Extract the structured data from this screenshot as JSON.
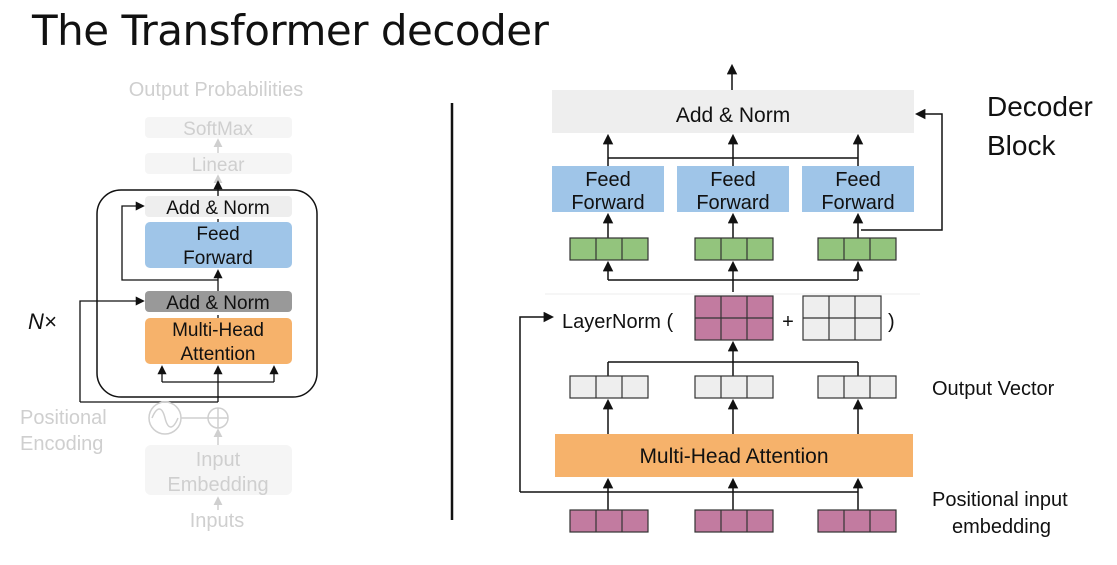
{
  "title": "The Transformer decoder",
  "left": {
    "output_probabilities": "Output Probabilities",
    "softmax": "SoftMax",
    "linear": "Linear",
    "add_norm_top": "Add & Norm",
    "feed_forward_1": "Feed",
    "feed_forward_2": "Forward",
    "add_norm_bottom": "Add & Norm",
    "mha_1": "Multi-Head",
    "mha_2": "Attention",
    "nx": "N×",
    "positional_1": "Positional",
    "positional_2": "Encoding",
    "input_embedding_1": "Input",
    "input_embedding_2": "Embedding",
    "inputs": "Inputs"
  },
  "right": {
    "decoder_block_1": "Decoder",
    "decoder_block_2": "Block",
    "add_norm": "Add & Norm",
    "feed_1": "Feed",
    "feed_2": "Forward",
    "layernorm": "LayerNorm (",
    "plus": "+",
    "close_paren": ")",
    "output_vector": "Output Vector",
    "mha": "Multi-Head Attention",
    "positional_input_1": "Positional input",
    "positional_input_2": "embedding"
  },
  "colors": {
    "feed_forward": "#9fc5e8",
    "attention": "#f6b26b",
    "add_norm_light": "#eeeeee",
    "add_norm_dark": "#999999",
    "green_cells": "#93c47d",
    "pink_cells": "#c27ba0",
    "grey_cells": "#eeeeee"
  }
}
